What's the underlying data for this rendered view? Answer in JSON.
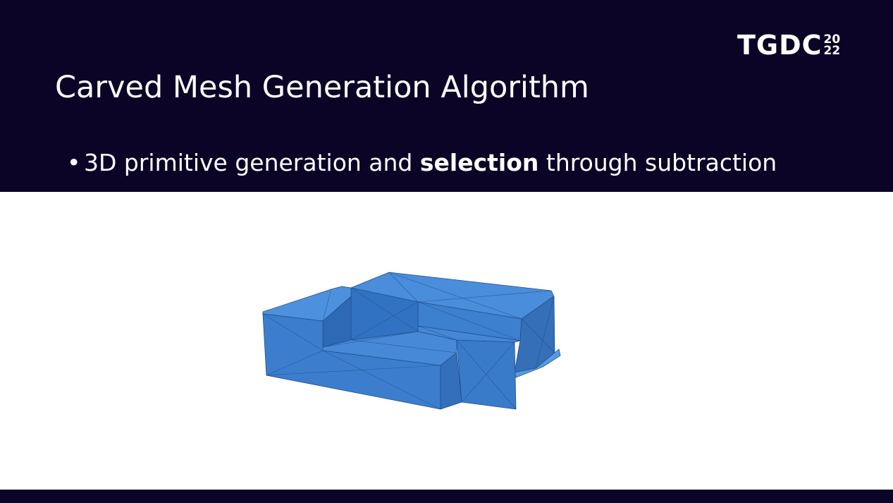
{
  "logo": {
    "main": "TGDC",
    "year_top": "20",
    "year_bottom": "22"
  },
  "slide": {
    "title": "Carved Mesh Generation Algorithm",
    "bullet": {
      "marker": "•",
      "prefix": "3D primitive generation and ",
      "emphasis": "selection",
      "suffix": " through subtraction"
    }
  },
  "colors": {
    "header_bg": "#0b0426",
    "text": "#ffffff",
    "mesh_blue": "#3a7fd0",
    "mesh_edge": "#1f4f8e"
  }
}
